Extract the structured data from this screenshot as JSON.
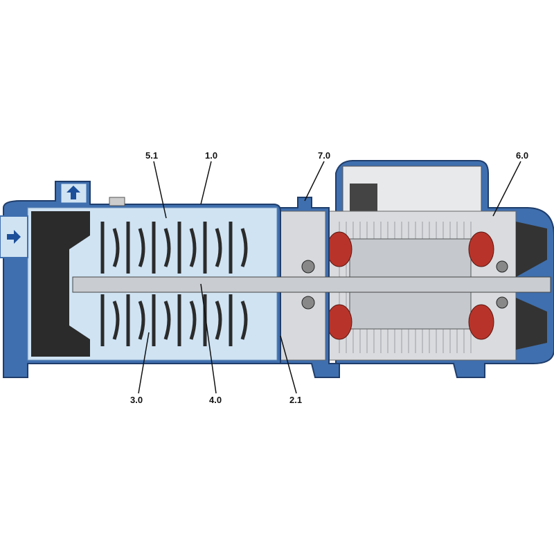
{
  "labels": {
    "impeller_casing": "5.1",
    "pump_body": "1.0",
    "motor_bracket": "7.0",
    "motor": "6.0",
    "impeller": "3.0",
    "shaft": "4.0",
    "seal_housing": "2.1"
  },
  "colors": {
    "casing_blue": "#3f6fae",
    "water": "#cfe3f3",
    "metal_gray": "#d7d9dc",
    "dark": "#2b2b2b",
    "winding_red": "#b8342a"
  }
}
